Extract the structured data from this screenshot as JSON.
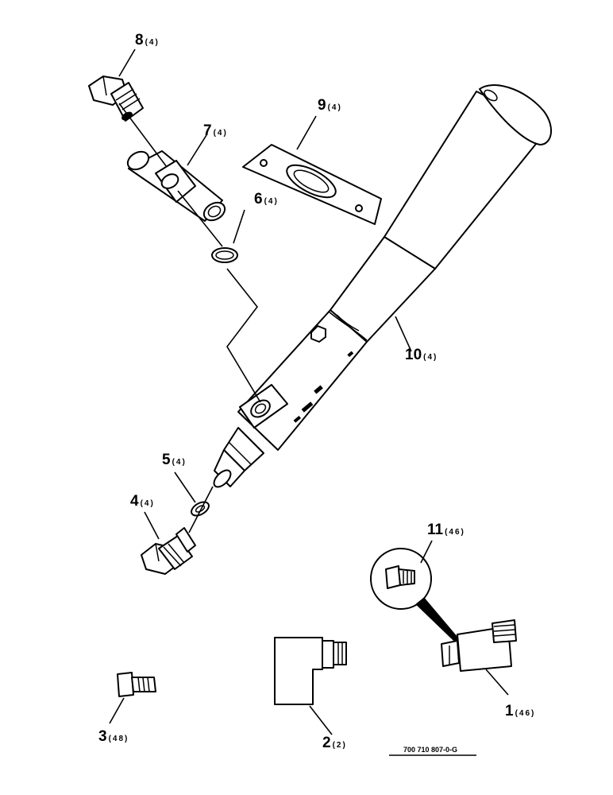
{
  "callouts": [
    {
      "id": "1",
      "number": "1",
      "qty": "(46)"
    },
    {
      "id": "2",
      "number": "2",
      "qty": "(2)"
    },
    {
      "id": "3",
      "number": "3",
      "qty": "(48)"
    },
    {
      "id": "4",
      "number": "4",
      "qty": "(4)"
    },
    {
      "id": "5",
      "number": "5",
      "qty": "(4)"
    },
    {
      "id": "6",
      "number": "6",
      "qty": "(4)"
    },
    {
      "id": "7",
      "number": "7",
      "qty": "(4)"
    },
    {
      "id": "8",
      "number": "8",
      "qty": "(4)"
    },
    {
      "id": "9",
      "number": "9",
      "qty": "(4)"
    },
    {
      "id": "10",
      "number": "10",
      "qty": "(4)"
    },
    {
      "id": "11",
      "number": "11",
      "qty": "(46)"
    }
  ],
  "drawing_code": "700 710 807-0-G",
  "colors": {
    "ink": "#000000",
    "paper": "#ffffff"
  }
}
